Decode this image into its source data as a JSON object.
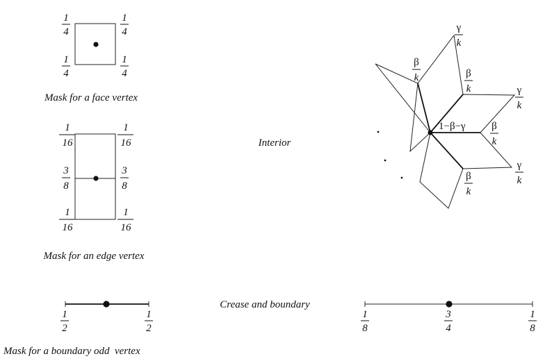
{
  "face_mask": {
    "weights": [
      "1",
      "4"
    ],
    "caption": "Mask for a face vertex"
  },
  "edge_mask": {
    "corner_num": "1",
    "corner_den": "16",
    "mid_num": "3",
    "mid_den": "8",
    "caption": "Mask for an edge vertex"
  },
  "boundary_odd_mask": {
    "num": "1",
    "den": "2",
    "caption": "Mask for a boundary odd  vertex"
  },
  "interior": {
    "label": "Interior",
    "center_weight": "1−β−γ",
    "beta": "β",
    "gamma": "γ",
    "k": "k"
  },
  "crease": {
    "label": "Crease and boundary",
    "end_num": "1",
    "end_den": "8",
    "mid_num": "3",
    "mid_den": "4"
  }
}
